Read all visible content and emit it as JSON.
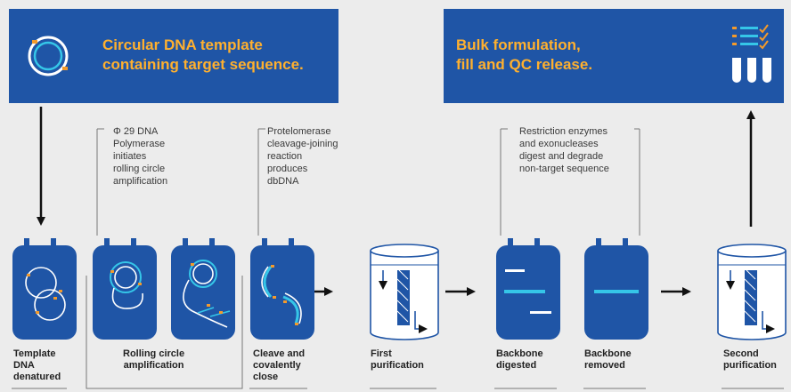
{
  "banners": {
    "left": {
      "lines": [
        "Circular DNA template",
        "containing target sequence."
      ]
    },
    "right": {
      "lines": [
        "Bulk formulation,",
        "fill and QC release."
      ]
    }
  },
  "notes": {
    "polymerase": [
      "Φ 29 DNA",
      "Polymerase",
      "initiates",
      "rolling circle",
      "amplification"
    ],
    "protelomerase": [
      "Protelomerase",
      "cleavage-joining",
      "reaction",
      "produces",
      "dbDNA"
    ],
    "restriction": [
      "Restriction enzymes",
      "and exonucleases",
      "digest and degrade",
      "non-target sequence"
    ]
  },
  "labels": {
    "template": [
      "Template",
      "DNA",
      "denatured"
    ],
    "rolling": [
      "Rolling circle",
      "amplification"
    ],
    "cleave": [
      "Cleave and",
      "covalently",
      "close"
    ],
    "first": [
      "First",
      "purification"
    ],
    "digested": [
      "Backbone",
      "digested"
    ],
    "removed": [
      "Backbone",
      "removed"
    ],
    "second": [
      "Second",
      "purification"
    ]
  },
  "colors": {
    "banner": "#1f55a6",
    "banner_text": "#ffb02e",
    "vessel": "#1f55a6",
    "cyan": "#35c6e8",
    "orange": "#f39a2b",
    "background": "#ececec"
  }
}
